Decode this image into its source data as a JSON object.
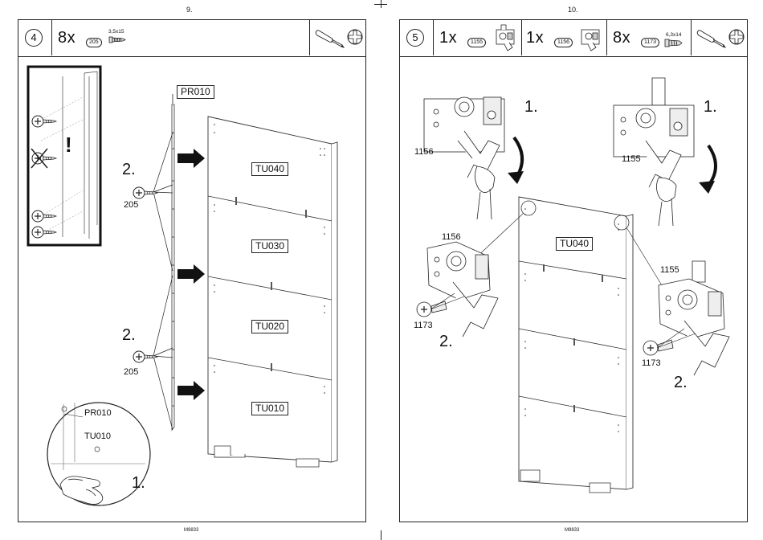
{
  "left_page": {
    "page_number": "9.",
    "footer": "M9833",
    "step": "4",
    "quantity": "8x",
    "part": "205",
    "screw_spec": "3,5x15",
    "labels": {
      "pr010_top": "PR010",
      "tu040": "TU040",
      "tu030": "TU030",
      "tu020": "TU020",
      "tu010": "TU010",
      "step2a": "2.",
      "part_a": "205",
      "step2b": "2.",
      "part_b": "205",
      "inset_pr010": "PR010",
      "inset_tu010": "TU010",
      "step1": "1."
    }
  },
  "right_page": {
    "page_number": "10.",
    "footer": "M9833",
    "step": "5",
    "items": [
      {
        "quantity": "1x",
        "part": "1155"
      },
      {
        "quantity": "1x",
        "part": "1156"
      },
      {
        "quantity": "8x",
        "part": "1173",
        "spec": "6,3x14"
      }
    ],
    "labels": {
      "tu040": "TU040",
      "top_left_step": "1.",
      "top_left_part": "1156",
      "top_right_step": "1.",
      "top_right_part": "1155",
      "mid_left_part": "1156",
      "mid_left_screw": "1173",
      "mid_left_step": "2.",
      "mid_right_part": "1155",
      "mid_right_screw": "1173",
      "mid_right_step": "2."
    }
  },
  "icons": [
    "screwdriver-icon",
    "phillips-bit-icon",
    "screw-icon",
    "hinge-icon",
    "arrow-right-icon",
    "curved-arrow-icon",
    "hand-icon"
  ]
}
